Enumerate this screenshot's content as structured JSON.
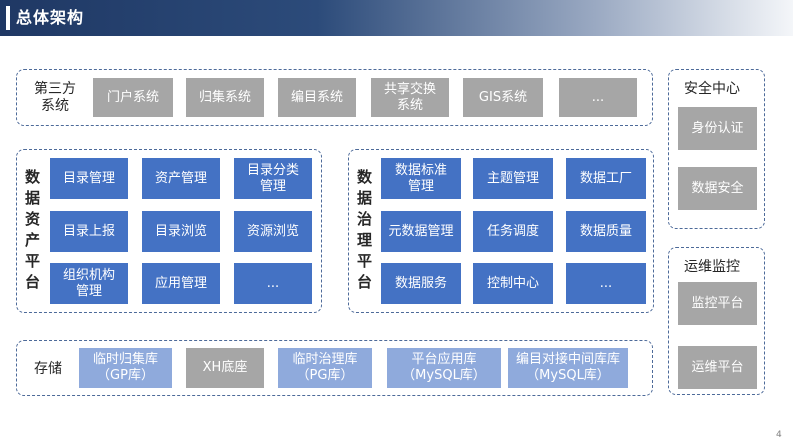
{
  "title": "总体架构",
  "third_party": {
    "label": "第三方系统",
    "items": [
      "门户系统",
      "归集系统",
      "编目系统",
      "共享交换系统",
      "GIS系统",
      "..."
    ]
  },
  "asset_platform": {
    "label": "数据资产平台",
    "items": [
      "目录管理",
      "资产管理",
      "目录分类管理",
      "目录上报",
      "目录浏览",
      "资源浏览",
      "组织机构管理",
      "应用管理",
      "..."
    ]
  },
  "governance_platform": {
    "label": "数据治理平台",
    "items": [
      "数据标准管理",
      "主题管理",
      "数据工厂",
      "元数据管理",
      "任务调度",
      "数据质量",
      "数据服务",
      "控制中心",
      "..."
    ]
  },
  "storage": {
    "label": "存储",
    "items": [
      {
        "name": "临时归集库",
        "sub": "（GP库）"
      },
      {
        "name": "XH底座",
        "sub": ""
      },
      {
        "name": "临时治理库",
        "sub": "（PG库）"
      },
      {
        "name": "平台应用库",
        "sub": "（MySQL库）"
      },
      {
        "name": "编目对接中间库库",
        "sub": "（MySQL库）"
      }
    ]
  },
  "security_center": {
    "label": "安全中心",
    "items": [
      "身份认证",
      "数据安全"
    ]
  },
  "ops_monitor": {
    "label": "运维监控",
    "items": [
      "监控平台",
      "运维平台"
    ]
  },
  "page_number": "4",
  "colors": {
    "title_bar": "#1f3864",
    "panel_border": "#4d6a99",
    "gray_box": "#a6a6a6",
    "blue_box": "#4472c4",
    "light_blue_box": "#8faadc"
  }
}
